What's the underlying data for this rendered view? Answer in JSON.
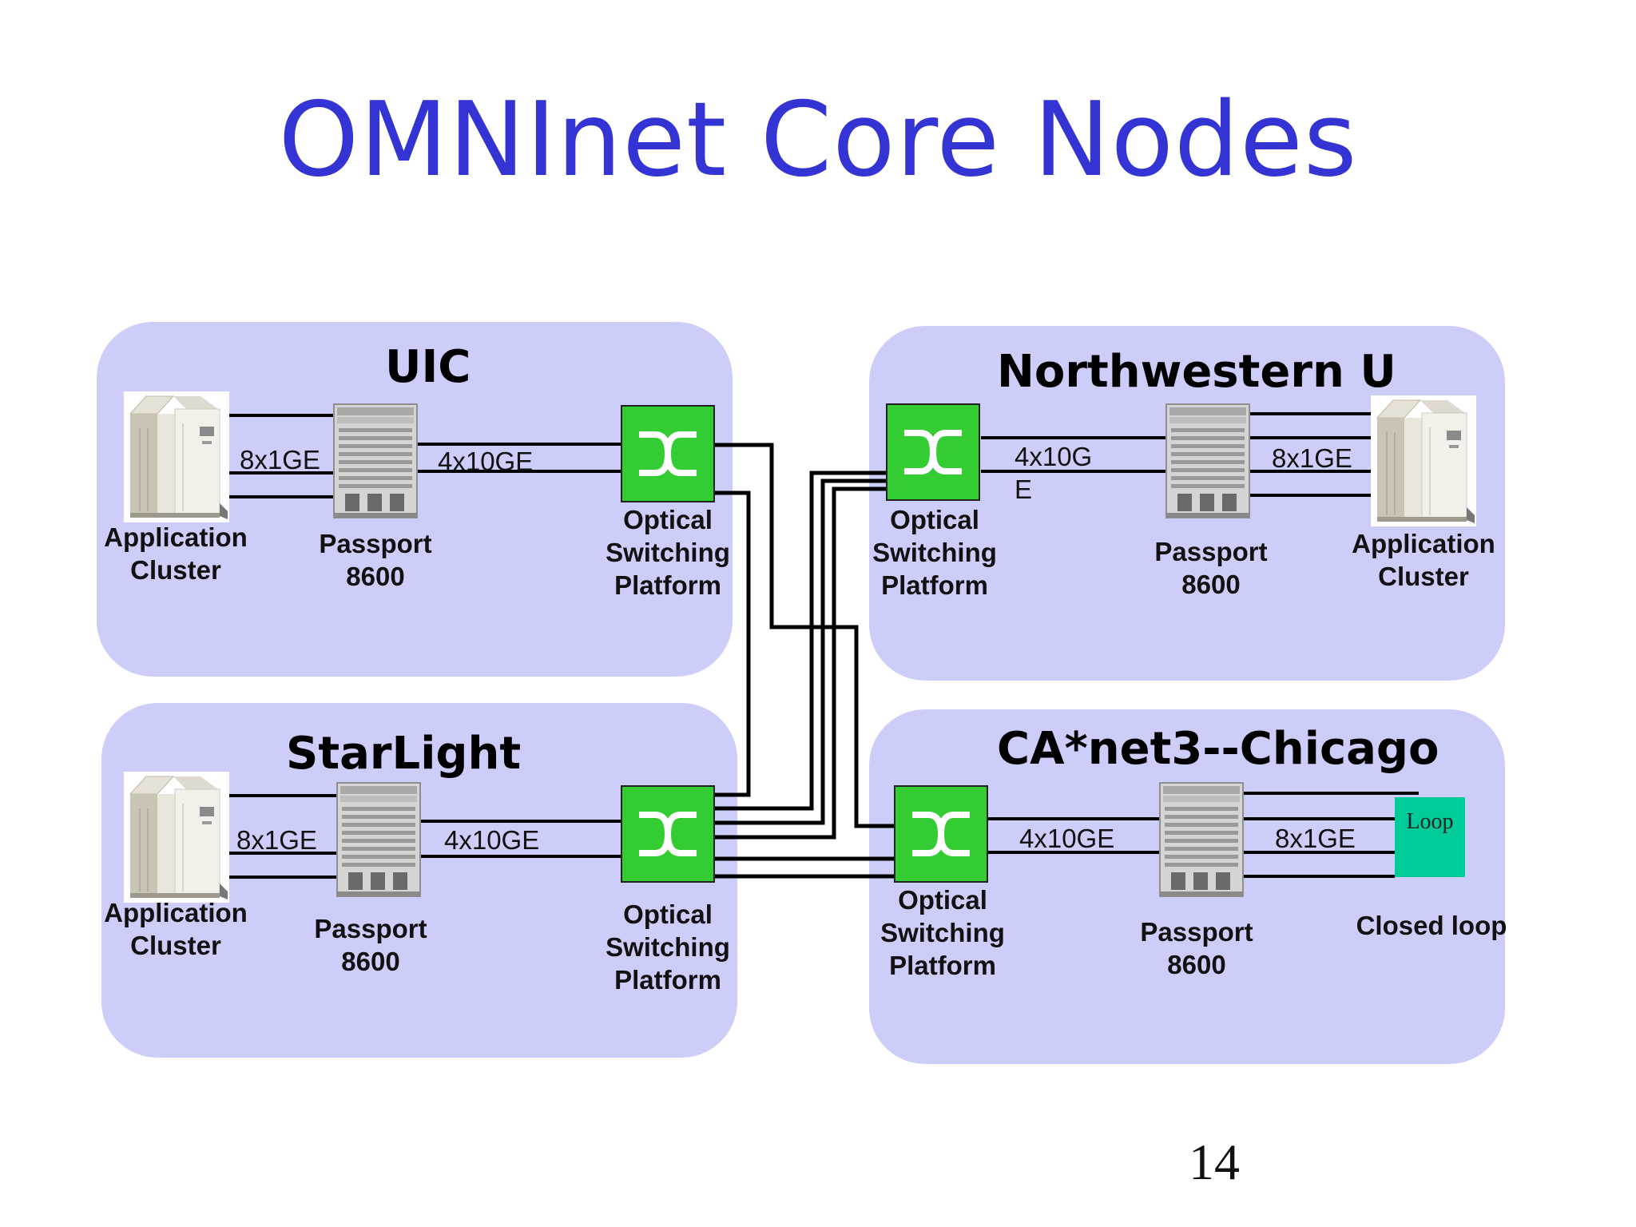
{
  "slide": {
    "title": "OMNInet Core Nodes",
    "page_number": "14"
  },
  "sites": {
    "uic": {
      "name": "UIC",
      "cluster": [
        "Application",
        "Cluster"
      ],
      "passport": [
        "Passport",
        "8600"
      ],
      "osp": [
        "Optical",
        "Switching",
        "Platform"
      ],
      "link_cluster": "8x1GE",
      "link_osp": "4x10GE"
    },
    "northwestern": {
      "name": "Northwestern U",
      "cluster": [
        "Application",
        "Cluster"
      ],
      "passport": [
        "Passport",
        "8600"
      ],
      "osp": [
        "Optical",
        "Switching",
        "Platform"
      ],
      "link_cluster": "8x1GE",
      "link_osp_l1": "4x10G",
      "link_osp_l2": "E"
    },
    "starlight": {
      "name": "StarLight",
      "cluster": [
        "Application",
        "Cluster"
      ],
      "passport": [
        "Passport",
        "8600"
      ],
      "osp": [
        "Optical",
        "Switching",
        "Platform"
      ],
      "link_cluster": "8x1GE",
      "link_osp": "4x10GE"
    },
    "canet": {
      "name": "CA*net3--Chicago",
      "passport": [
        "Passport",
        "8600"
      ],
      "osp": [
        "Optical",
        "Switching",
        "Platform"
      ],
      "link_cluster": "8x1GE",
      "link_osp": "4x10GE",
      "loop_box": "Loop",
      "closed_loop": "Closed loop"
    }
  },
  "colors": {
    "title": "#3434d4",
    "site_fill": "#cdcdfa",
    "osp_green": "#33cc33",
    "loop_teal": "#00cc99"
  }
}
